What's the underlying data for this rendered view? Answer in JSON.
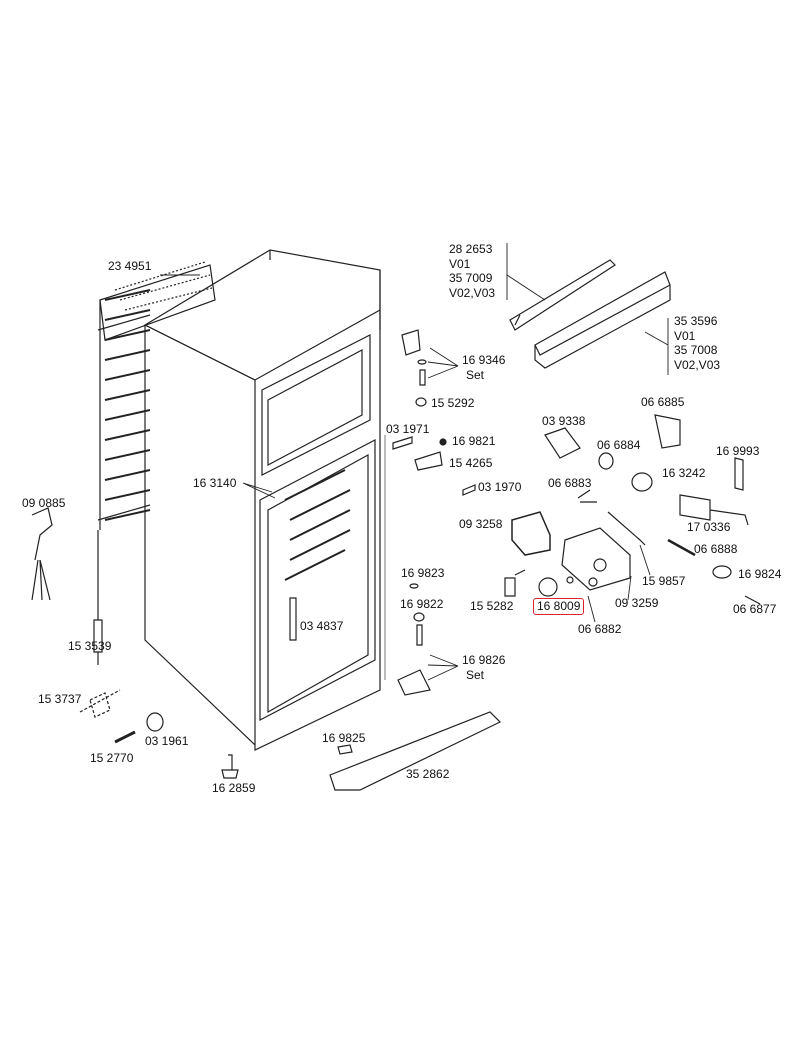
{
  "title": "Refrigerator exploded parts diagram",
  "highlight_color": "#d9232e",
  "labels": {
    "condenser": "23 4951",
    "power_cord": "09 0885",
    "drier": "15 3539",
    "capillary_part": "15 3737",
    "grommet": "03 1961",
    "pin": "15 2770",
    "foot": "16 2859",
    "shelf_support": "16 3140",
    "drain": "03 4837",
    "rail_a": [
      "28 2653",
      "V01",
      "35 7009",
      "V02,V03"
    ],
    "rail_b": [
      "35 3596",
      "V01",
      "35 7008",
      "V02,V03"
    ],
    "hinge_top_set": [
      "16 9346",
      "Set"
    ],
    "bushing_top": "15 5292",
    "plate": "03 1971",
    "washer_mid": "16 9821",
    "hinge_mid": "15 4265",
    "spacer": "03 1970",
    "lamp": "03 9338",
    "lamp_seal": "06 6884",
    "bracket": "06 6885",
    "clip": "16 9993",
    "switch": "16 3242",
    "spring": "06 6883",
    "thermostat": "17 0336",
    "cover": "09 3258",
    "rod": "06 6888",
    "actuator": "15 9857",
    "cap": "16 9824",
    "housing": "09 3259",
    "clip_small": "06 6877",
    "washer_bottom": "16 9823",
    "bushing_bottom": "16 9822",
    "connector": "15 5282",
    "knob": "16 8009",
    "button": "06 6882",
    "hinge_bottom_set": [
      "16 9826",
      "Set"
    ],
    "pad": "16 9825",
    "kickplate": "35 2862"
  }
}
